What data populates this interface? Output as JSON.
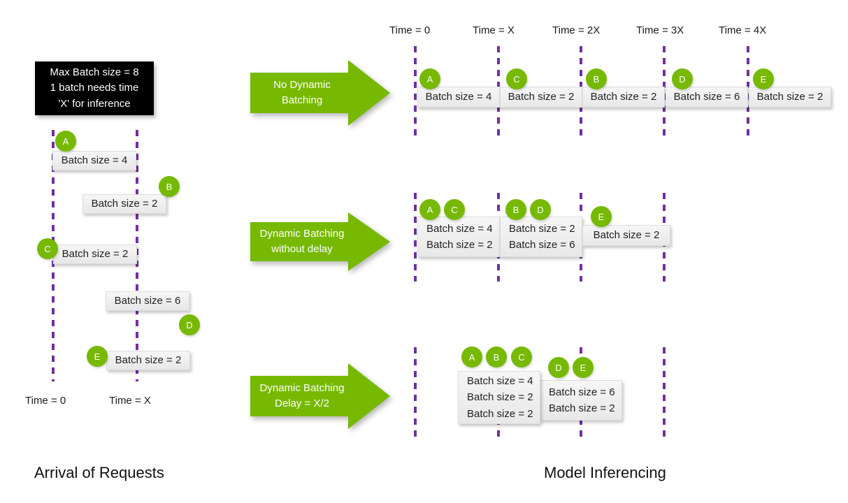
{
  "note": {
    "lines": [
      "Max Batch size = 8",
      "1 batch needs time",
      "'X' for inference"
    ]
  },
  "captions": {
    "left": "Arrival of Requests",
    "right": "Model Inferencing"
  },
  "arrows": [
    {
      "id": "no-dynamic-batching",
      "lines": [
        "No Dynamic",
        "Batching"
      ]
    },
    {
      "id": "dynamic-batching-without-delay",
      "lines": [
        "Dynamic Batching",
        "without delay"
      ]
    },
    {
      "id": "dynamic-batching-delay",
      "lines": [
        "Dynamic Batching",
        "Delay = X/2"
      ]
    }
  ],
  "left_panel": {
    "time_labels": [
      "Time = 0",
      "Time = X"
    ],
    "requests": [
      {
        "id": "A",
        "badge": "A",
        "text": "Batch size = 4"
      },
      {
        "id": "B",
        "badge": "B",
        "text": "Batch size = 2"
      },
      {
        "id": "C",
        "badge": "C",
        "text": "Batch size = 2"
      },
      {
        "id": "D",
        "badge": "D",
        "text": "Batch size = 6"
      },
      {
        "id": "E",
        "badge": "E",
        "text": "Batch size = 2"
      }
    ]
  },
  "right_panel": {
    "time_labels": [
      "Time = 0",
      "Time = X",
      "Time = 2X",
      "Time = 3X",
      "Time = 4X"
    ],
    "rows": [
      {
        "id": "no-dynamic-batching",
        "slots": [
          {
            "badges": [
              "A"
            ],
            "lines": [
              "Batch size = 4"
            ]
          },
          {
            "badges": [
              "C"
            ],
            "lines": [
              "Batch size = 2"
            ]
          },
          {
            "badges": [
              "B"
            ],
            "lines": [
              "Batch size = 2"
            ]
          },
          {
            "badges": [
              "D"
            ],
            "lines": [
              "Batch size = 6"
            ]
          },
          {
            "badges": [
              "E"
            ],
            "lines": [
              "Batch size = 2"
            ]
          }
        ]
      },
      {
        "id": "dynamic-batching-without-delay",
        "slots": [
          {
            "badges": [
              "A",
              "C"
            ],
            "lines": [
              "Batch size = 4",
              "Batch size = 2"
            ]
          },
          {
            "badges": [
              "B",
              "D"
            ],
            "lines": [
              "Batch size = 2",
              "Batch size = 6"
            ]
          },
          {
            "badges": [
              "E"
            ],
            "lines": [
              "Batch size = 2"
            ]
          }
        ]
      },
      {
        "id": "dynamic-batching-delay",
        "slots": [
          {
            "badges": [
              "A",
              "B",
              "C"
            ],
            "lines": [
              "Batch size = 4",
              "Batch size = 2",
              "Batch size = 2"
            ]
          },
          {
            "badges": [
              "D",
              "E"
            ],
            "lines": [
              "Batch size = 6",
              "Batch size = 2"
            ]
          }
        ]
      }
    ]
  },
  "colors": {
    "green": "#76b900",
    "purple": "#7030a0",
    "box_fill": "#efefef",
    "note_fill": "#000000"
  }
}
